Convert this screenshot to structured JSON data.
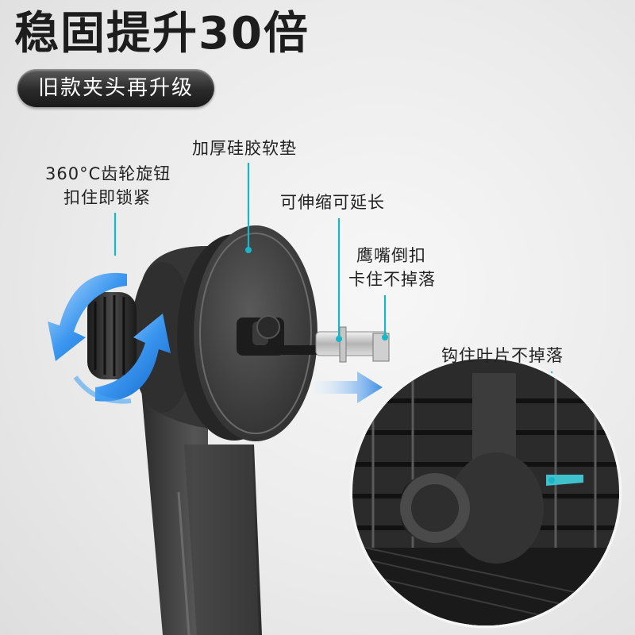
{
  "headline": "稳固提升30倍",
  "badge": "旧款夹头再升级",
  "callouts": {
    "knob_line1": "360°C齿轮旋钮",
    "knob_line2": "扣住即锁紧",
    "pad": "加厚硅胶软垫",
    "extend": "可伸缩可延长",
    "hook_line1": "鹰嘴倒扣",
    "hook_line2": "卡住不掉落",
    "vent": "钩住叶片不掉落"
  },
  "colors": {
    "accent_cyan": "#19b6c9",
    "arrow_blue": "#2f8fe8",
    "body_dark": "#3a3a3a"
  }
}
